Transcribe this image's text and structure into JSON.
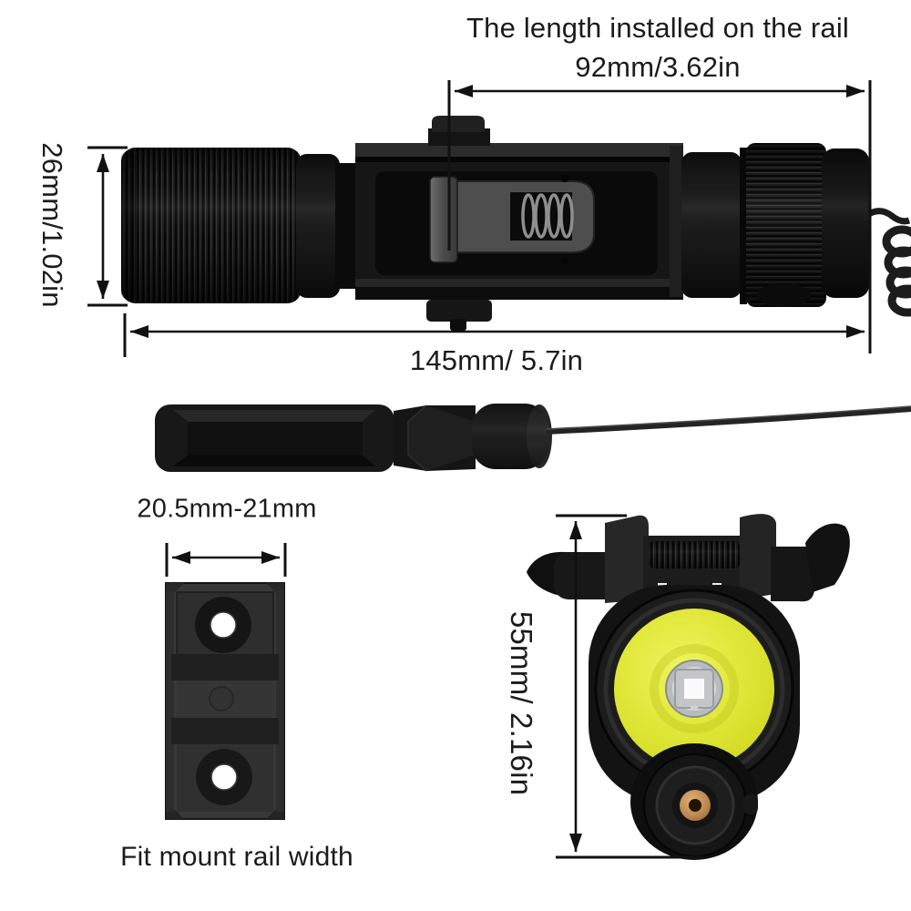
{
  "figure": {
    "title": "The length installed on the rail",
    "dim_rail_install": "92mm/3.62in",
    "dim_head_diameter": "26mm/1.02in",
    "dim_total_length": "145mm/ 5.7in",
    "dim_rail_slot_width": "20.5mm-21mm",
    "caption_rail_fit": "Fit mount rail width",
    "dim_bezel_diameter": "55mm/ 2.16in"
  },
  "colors": {
    "background": "#ffffff",
    "text": "#1b1b1b",
    "dimension_line": "#111111",
    "lens_yellow": "#dde331",
    "flashlight_black": "#161616",
    "brass_contact": "#b9854c"
  }
}
